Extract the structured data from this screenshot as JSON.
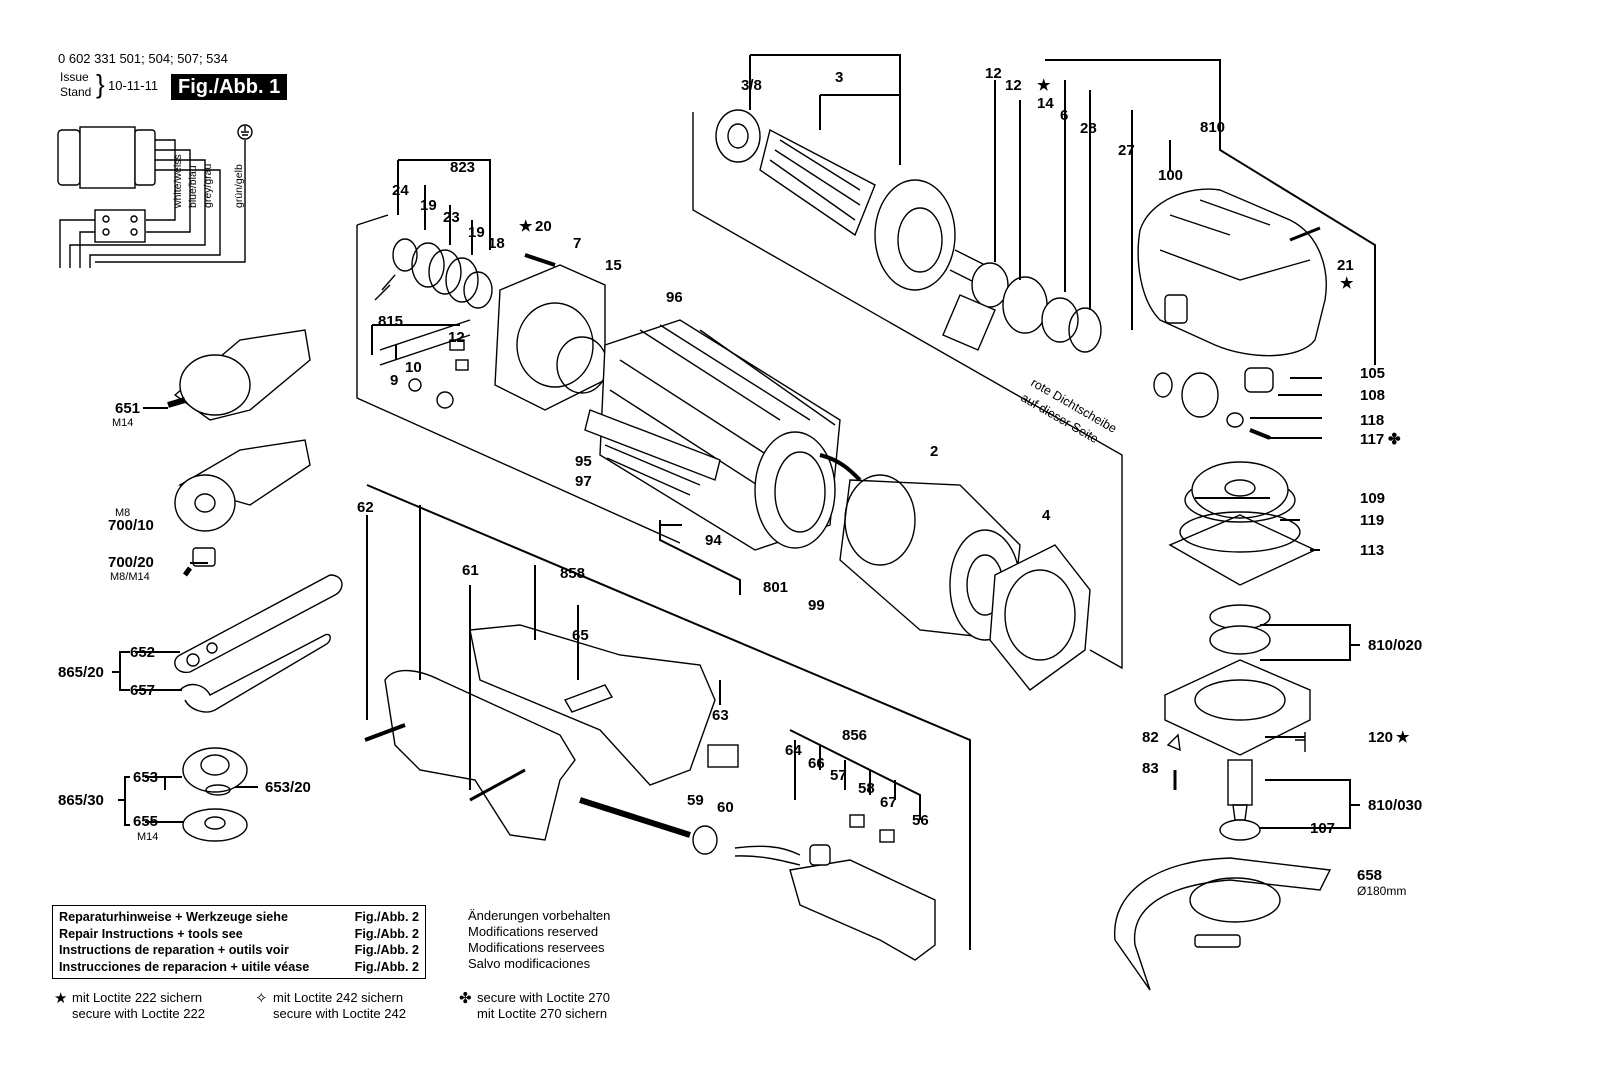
{
  "header": {
    "part_numbers": "0 602 331 501; 504; 507; 534",
    "issue_label": "Issue",
    "stand_label": "Stand",
    "issue_date": "10-11-11",
    "figure_label": "Fig./Abb. 1"
  },
  "wiring_labels": [
    "white/weiss",
    "blue/blau",
    "grey/grau",
    "grün/gelb"
  ],
  "part_labels": {
    "p3_8": "3/8",
    "p3": "3",
    "p12a": "12",
    "p12b": "12",
    "p14": "14",
    "p6": "6",
    "p28": "28",
    "p27": "27",
    "p810": "810",
    "p100": "100",
    "p21": "21",
    "p105": "105",
    "p108": "108",
    "p118": "118",
    "p117": "117",
    "p109": "109",
    "p119": "119",
    "p113": "113",
    "p810_020": "810/020",
    "p82": "82",
    "p120": "120",
    "p83": "83",
    "p810_030": "810/030",
    "p107": "107",
    "p658": "658",
    "p658_note": "Ø180mm",
    "p823": "823",
    "p24": "24",
    "p19": "19",
    "p23": "23",
    "p19b": "19",
    "p18": "18",
    "p20": "20",
    "p7": "7",
    "p15": "15",
    "p815": "815",
    "p12c": "12",
    "p10": "10",
    "p9": "9",
    "p96": "96",
    "p95": "95",
    "p97": "97",
    "p94": "94",
    "p2": "2",
    "p4": "4",
    "p801": "801",
    "p99": "99",
    "p651": "651",
    "p651_sub": "M14",
    "p700_10_top": "M8",
    "p700_10": "700/10",
    "p700_20": "700/20",
    "p700_20_sub": "M8/M14",
    "p652": "652",
    "p865_20": "865/20",
    "p657": "657",
    "p653": "653",
    "p653_20": "653/20",
    "p865_30": "865/30",
    "p655": "655",
    "p655_sub": "M14",
    "p62": "62",
    "p61": "61",
    "p858": "858",
    "p65": "65",
    "p63": "63",
    "p856": "856",
    "p64": "64",
    "p66": "66",
    "p57": "57",
    "p58": "58",
    "p67": "67",
    "p56": "56",
    "p59": "59",
    "p60": "60"
  },
  "seal_note_line1": "rote Dichtscheibe",
  "seal_note_line2": "auf dieser Seite",
  "repair_box": [
    {
      "text": "Reparaturhinweise + Werkzeuge siehe",
      "ref": "Fig./Abb. 2"
    },
    {
      "text": "Repair Instructions + tools see",
      "ref": "Fig./Abb. 2"
    },
    {
      "text": "Instructions de reparation + outils voir",
      "ref": "Fig./Abb. 2"
    },
    {
      "text": "Instrucciones de reparacion + uitile véase",
      "ref": "Fig./Abb. 2"
    }
  ],
  "modifications": [
    "Änderungen vorbehalten",
    "Modifications reserved",
    "Modifications reservees",
    "Salvo modificaciones"
  ],
  "loctite_notes": [
    {
      "symbol": "★",
      "line1": "mit Loctite 222 sichern",
      "line2": "secure with Loctite 222"
    },
    {
      "symbol": "✧",
      "line1": "mit Loctite 242 sichern",
      "line2": "secure with Loctite 242"
    },
    {
      "symbol": "✤",
      "line1": "secure with Loctite 270",
      "line2": "mit Loctite 270 sichern"
    }
  ]
}
